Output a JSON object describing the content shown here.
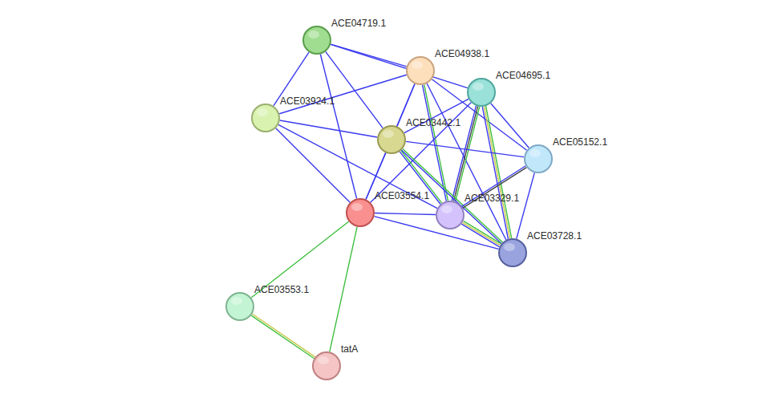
{
  "diagram": {
    "nodes": [
      {
        "text": [
          "ACE04719.1"
        ]
      },
      {
        "text": [
          "ACE04938.1"
        ]
      },
      {
        "text": [
          "ACE04695.1"
        ]
      },
      {
        "text": [
          "ACE03924.1"
        ]
      },
      {
        "text": [
          "ACE03442.1"
        ]
      },
      {
        "text": [
          "ACE05152.1"
        ]
      },
      {
        "text": [
          "ACE03554.1"
        ]
      },
      {
        "text": [
          "ACE03329.1"
        ]
      },
      {
        "text": [
          "ACE03728.1"
        ]
      },
      {
        "text": [
          "ACE03553.1"
        ]
      },
      {
        "text": [
          "tatA"
        ]
      }
    ],
    "edges": [
      {
        "from": 0,
        "to": 1,
        "arrow": "none"
      },
      {
        "from": 0,
        "to": 2,
        "arrow": "none"
      },
      {
        "from": 0,
        "to": 3,
        "arrow": "none"
      },
      {
        "from": 0,
        "to": 4,
        "arrow": "none"
      },
      {
        "from": 0,
        "to": 6,
        "arrow": "none"
      },
      {
        "from": 1,
        "to": 3,
        "arrow": "none"
      },
      {
        "from": 1,
        "to": 4,
        "arrow": "none"
      },
      {
        "from": 1,
        "to": 6,
        "arrow": "none"
      },
      {
        "from": 1,
        "to": 7,
        "arrow": "none"
      },
      {
        "from": 1,
        "to": 8,
        "arrow": "none"
      },
      {
        "from": 1,
        "to": 5,
        "arrow": "none"
      },
      {
        "from": 2,
        "to": 4,
        "arrow": "none"
      },
      {
        "from": 2,
        "to": 6,
        "arrow": "none"
      },
      {
        "from": 2,
        "to": 7,
        "arrow": "none"
      },
      {
        "from": 2,
        "to": 8,
        "arrow": "none"
      },
      {
        "from": 2,
        "to": 5,
        "arrow": "none"
      },
      {
        "from": 3,
        "to": 4,
        "arrow": "none"
      },
      {
        "from": 3,
        "to": 6,
        "arrow": "none"
      },
      {
        "from": 3,
        "to": 7,
        "arrow": "none"
      },
      {
        "from": 4,
        "to": 6,
        "arrow": "none"
      },
      {
        "from": 4,
        "to": 5,
        "arrow": "none"
      },
      {
        "from": 4,
        "to": 7,
        "arrow": "none"
      },
      {
        "from": 4,
        "to": 8,
        "arrow": "none"
      },
      {
        "from": 5,
        "to": 7,
        "arrow": "none"
      },
      {
        "from": 5,
        "to": 8,
        "arrow": "none"
      },
      {
        "from": 6,
        "to": 7,
        "arrow": "none"
      },
      {
        "from": 6,
        "to": 8,
        "arrow": "none"
      },
      {
        "from": 7,
        "to": 8,
        "arrow": "none"
      },
      {
        "from": 6,
        "to": 9,
        "arrow": "none"
      },
      {
        "from": 6,
        "to": 10,
        "arrow": "none"
      },
      {
        "from": 9,
        "to": 10,
        "arrow": "none"
      }
    ]
  }
}
